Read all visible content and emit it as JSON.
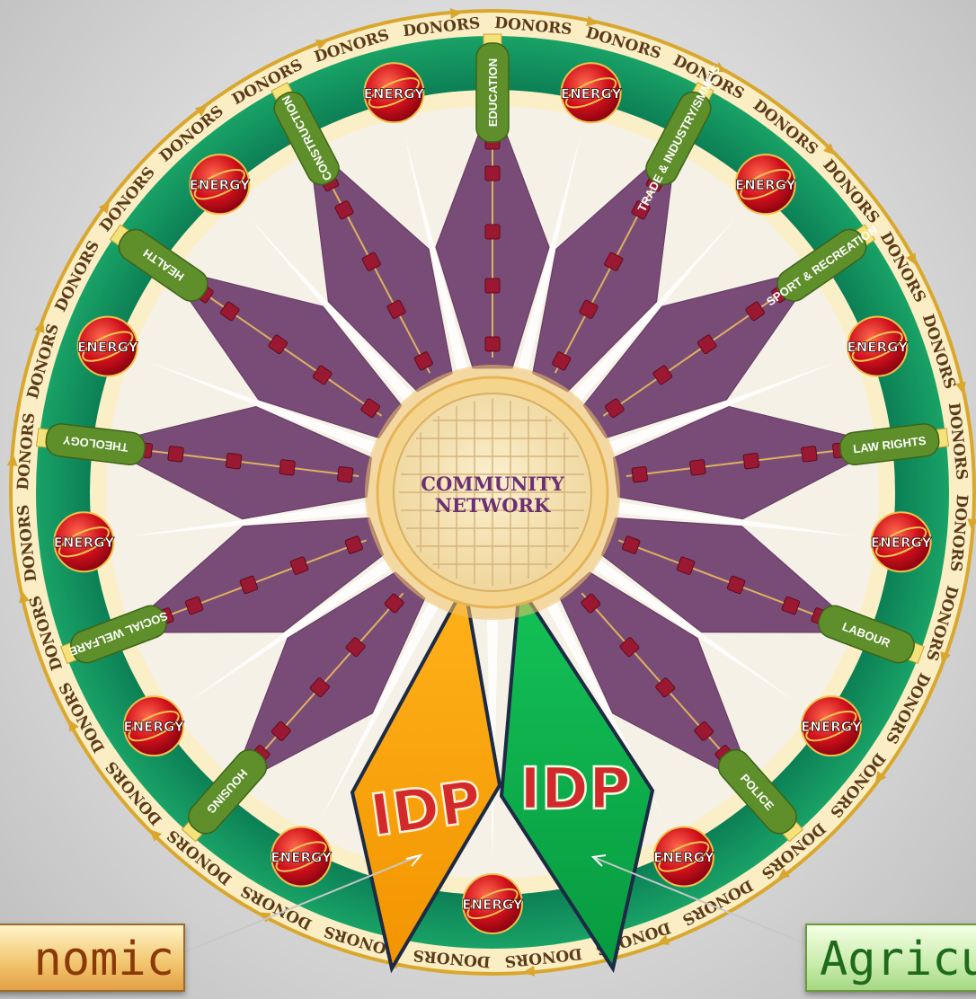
{
  "center_label_line1": "COMMUNITY",
  "center_label_line2": "NETWORK",
  "donor_label": "DONORS",
  "energy_label": "ENERGY",
  "sectors": [
    "EDUCATION",
    "TRADE & INDUSTRY/SMME'S",
    "SPORT & RECREATION",
    "LAW RIGHTS",
    "LABOUR",
    "POLICE",
    "HOUSING",
    "SOCIAL WELFARE",
    "THEOLOGY",
    "HEALTH",
    "CONSTRUCTION"
  ],
  "idp_label": "IDP",
  "callouts": {
    "left": "nomic",
    "right": "Agricu"
  },
  "colors": {
    "outer_ring": "#0e8a5c",
    "petal": "#6f3f6e",
    "sector_pill": "#5e8f2b",
    "node": "#9a1832",
    "idp_orange": "#f6a30a",
    "idp_green": "#12b04c",
    "hub": "#f3d9a0",
    "rim": "#e8c25a"
  }
}
